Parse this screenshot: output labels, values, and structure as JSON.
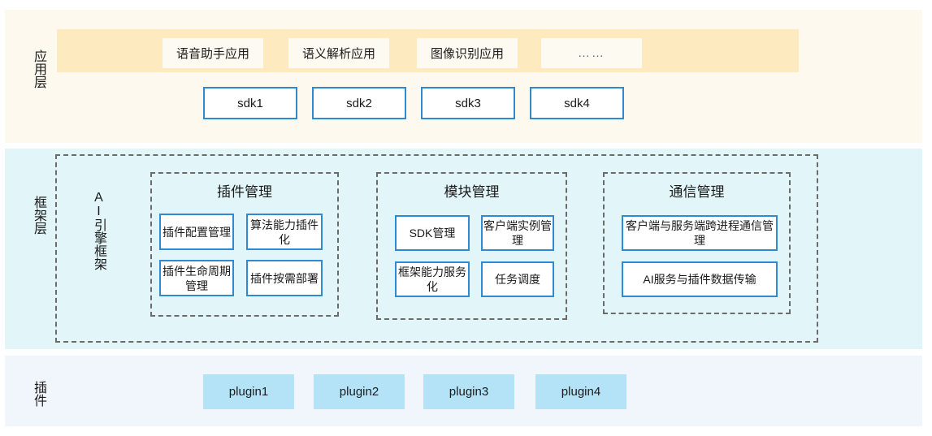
{
  "layers": {
    "application": {
      "label": "应用层",
      "apps": [
        {
          "text": "语音助手应用"
        },
        {
          "text": "语义解析应用"
        },
        {
          "text": "图像识别应用"
        },
        {
          "text": "……"
        }
      ],
      "sdks": [
        {
          "text": "sdk1"
        },
        {
          "text": "sdk2"
        },
        {
          "text": "sdk3"
        },
        {
          "text": "sdk4"
        }
      ]
    },
    "framework": {
      "label": "框架层",
      "engine_label": "AI引擎框架",
      "groups": [
        {
          "title": "插件管理",
          "cells": [
            {
              "text": "插件配置管理"
            },
            {
              "text": "算法能力插件化"
            },
            {
              "text": "插件生命周期管理"
            },
            {
              "text": "插件按需部署"
            }
          ]
        },
        {
          "title": "模块管理",
          "cells": [
            {
              "text": "SDK管理"
            },
            {
              "text": "客户端实例管理"
            },
            {
              "text": "框架能力服务化"
            },
            {
              "text": "任务调度"
            }
          ]
        },
        {
          "title": "通信管理",
          "cells": [
            {
              "text": "客户端与服务端跨进程通信管理"
            },
            {
              "text": "AI服务与插件数据传输"
            }
          ]
        }
      ]
    },
    "plugin": {
      "label": "插件",
      "plugins": [
        {
          "text": "plugin1"
        },
        {
          "text": "plugin2"
        },
        {
          "text": "plugin3"
        },
        {
          "text": "plugin4"
        }
      ]
    }
  },
  "colors": {
    "app_panel": "#fdf9ef",
    "app_band": "#fdeabf",
    "app_box": "#fdfaf2",
    "framework_panel": "#e2f6f9",
    "plugin_panel": "#f1f6fd",
    "plugin_box": "#b4e3f8",
    "box_border_blue": "#2f8ad2",
    "dashed_border": "#6b6b6b",
    "text": "#1a1a1a"
  }
}
